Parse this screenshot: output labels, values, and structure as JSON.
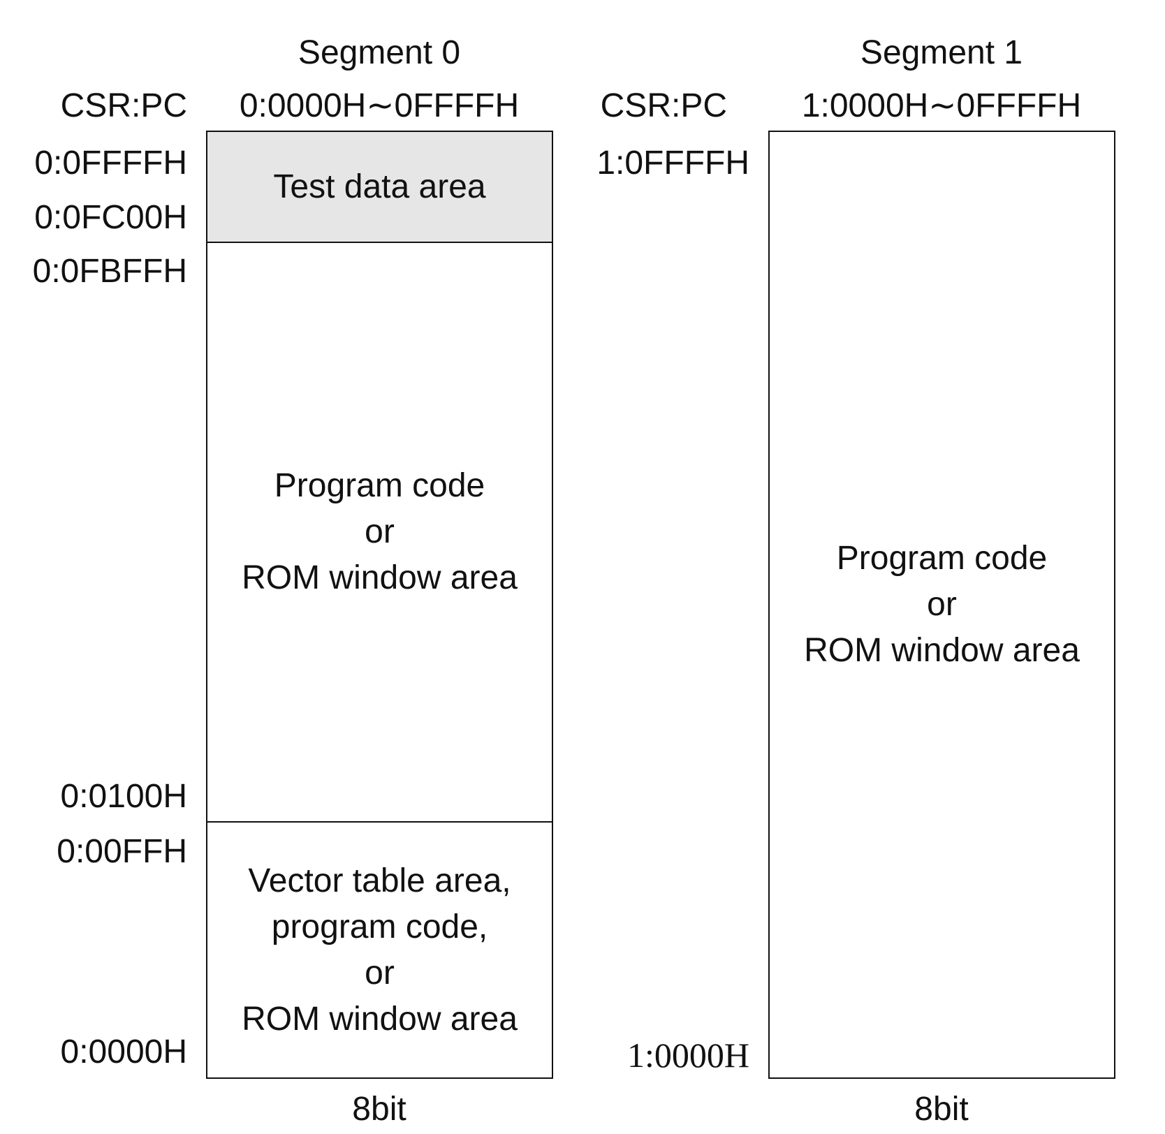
{
  "segment0": {
    "title": "Segment 0",
    "csr_pc_label": "CSR:PC",
    "range": "0:0000H∼0FFFFH",
    "width_label": "8bit",
    "addresses": {
      "a_0FFFF": "0:0FFFFH",
      "a_0FC00": "0:0FC00H",
      "a_0FBFF": "0:0FBFFH",
      "a_0100": "0:0100H",
      "a_00FF": "0:00FFH",
      "a_0000": "0:0000H"
    },
    "regions": {
      "test_data": "Test data area",
      "program_code": "Program code\nor\nROM window area",
      "vector_table": "Vector table area,\nprogram code,\nor\nROM window area"
    }
  },
  "segment1": {
    "title": "Segment 1",
    "csr_pc_label": "CSR:PC",
    "range": "1:0000H∼0FFFFH",
    "width_label": "8bit",
    "addresses": {
      "a_0FFFF": "1:0FFFFH",
      "a_0000": "1:0000H"
    },
    "regions": {
      "program_code": "Program code\nor\nROM window area"
    }
  },
  "colors": {
    "test_data_fill": "#e6e6e6",
    "line": "#111111"
  }
}
